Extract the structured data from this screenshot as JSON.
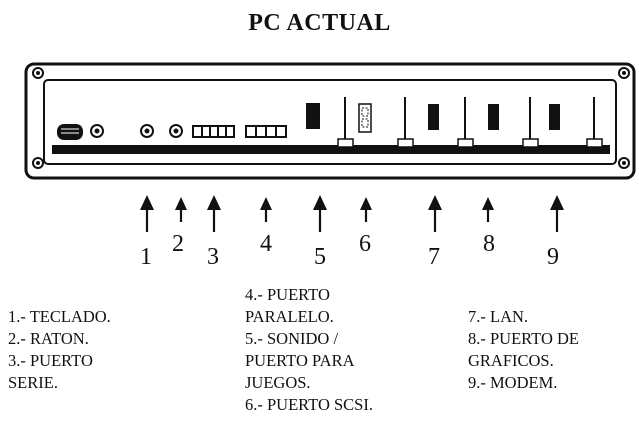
{
  "title": "PC ACTUAL",
  "callouts": [
    "1",
    "2",
    "3",
    "4",
    "5",
    "6",
    "7",
    "8",
    "9"
  ],
  "legend": {
    "col1": [
      "1.- TECLADO.",
      "2.- RATON.",
      "3.- PUERTO",
      "SERIE."
    ],
    "col2": [
      "4.- PUERTO",
      "PARALELO.",
      "5.- SONIDO /",
      "PUERTO PARA",
      "JUEGOS.",
      "6.- PUERTO SCSI."
    ],
    "col3": [
      "7.- LAN.",
      "8.- PUERTO DE",
      "GRAFICOS.",
      "9.- MODEM."
    ]
  }
}
